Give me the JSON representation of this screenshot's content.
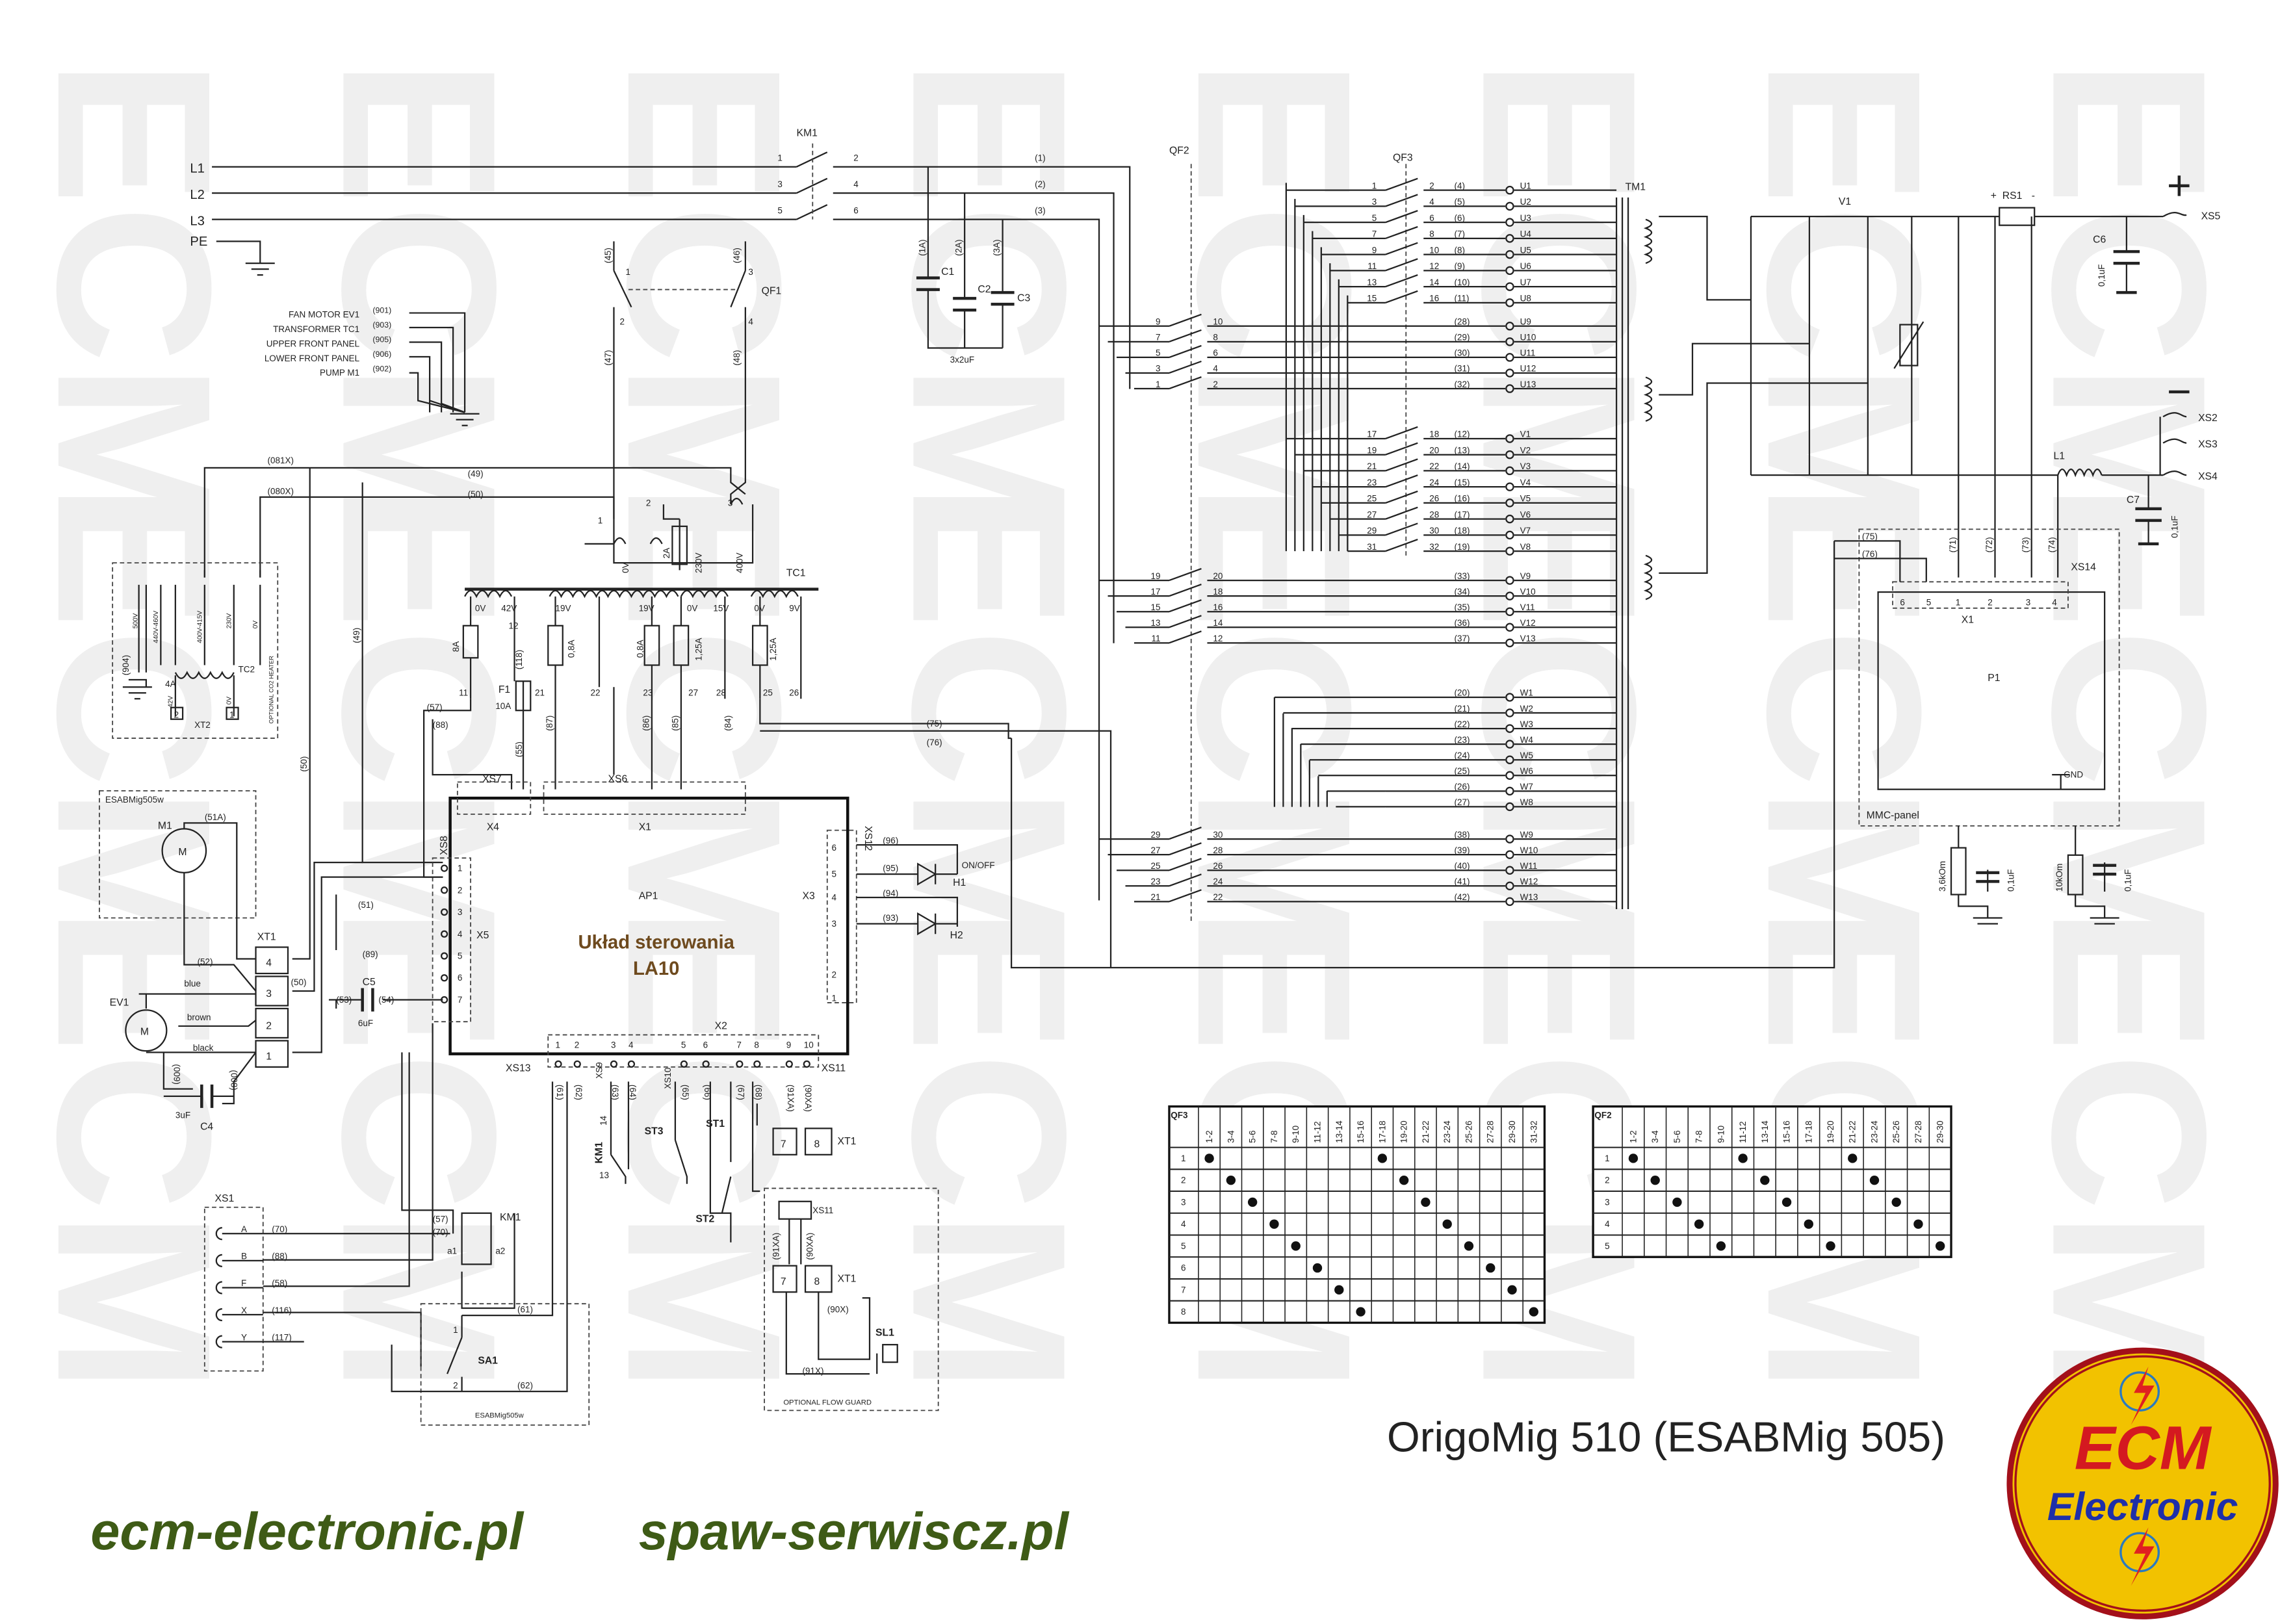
{
  "title": "OrigoMig 510 (ESABMig 505)",
  "websites": [
    "ecm-electronic.pl",
    "spaw-serwiscz.pl"
  ],
  "watermark": "ECM",
  "logo": {
    "line1": "ECM",
    "line2": "Electronic",
    "fill": "#f2c200",
    "ring": "#a3101a",
    "text1_color": "#d41920",
    "text2_color": "#1f2fa8"
  },
  "mains": {
    "l1": "L1",
    "l2": "L2",
    "l3": "L3",
    "pe": "PE",
    "w1": "(1)",
    "w2": "(2)",
    "w3": "(3)"
  },
  "km1": {
    "label": "KM1",
    "c1": "1",
    "c2": "2",
    "c3": "3",
    "c4": "4",
    "c5": "5",
    "c6": "6"
  },
  "caps": {
    "c1": "C1",
    "c2": "C2",
    "c3": "C3",
    "w1": "(1A)",
    "w2": "(2A)",
    "w3": "(3A)",
    "value": "3x2uF"
  },
  "grounds": [
    {
      "label": "FAN MOTOR EV1",
      "wire": "(901)"
    },
    {
      "label": "TRANSFORMER TC1",
      "wire": "(903)"
    },
    {
      "label": "UPPER FRONT PANEL",
      "wire": "(905)"
    },
    {
      "label": "LOWER FRONT PANEL",
      "wire": "(906)"
    },
    {
      "label": "PUMP M1",
      "wire": "(902)"
    }
  ],
  "qf1": {
    "label": "QF1",
    "c1": "1",
    "c2": "2",
    "c3": "3",
    "c4": "4",
    "w45": "(45)",
    "w46": "(46)",
    "w47": "(47)",
    "w48": "(48)"
  },
  "qf2_label": "QF2",
  "qf3_label": "QF3",
  "tm1_label": "TM1",
  "qf3_top": [
    [
      "1",
      "2",
      "(4)",
      "U1"
    ],
    [
      "3",
      "4",
      "(5)",
      "U2"
    ],
    [
      "5",
      "6",
      "(6)",
      "U3"
    ],
    [
      "7",
      "8",
      "(7)",
      "U4"
    ],
    [
      "9",
      "10",
      "(8)",
      "U5"
    ],
    [
      "11",
      "12",
      "(9)",
      "U6"
    ],
    [
      "13",
      "14",
      "(10)",
      "U7"
    ],
    [
      "15",
      "16",
      "(11)",
      "U8"
    ]
  ],
  "qf2_a": [
    [
      "9",
      "10",
      "(28)",
      "U9"
    ],
    [
      "7",
      "8",
      "(29)",
      "U10"
    ],
    [
      "5",
      "6",
      "(30)",
      "U11"
    ],
    [
      "3",
      "4",
      "(31)",
      "U12"
    ],
    [
      "1",
      "2",
      "(32)",
      "U13"
    ]
  ],
  "qf3_mid": [
    [
      "17",
      "18",
      "(12)",
      "V1"
    ],
    [
      "19",
      "20",
      "(13)",
      "V2"
    ],
    [
      "21",
      "22",
      "(14)",
      "V3"
    ],
    [
      "23",
      "24",
      "(15)",
      "V4"
    ],
    [
      "25",
      "26",
      "(16)",
      "V5"
    ],
    [
      "27",
      "28",
      "(17)",
      "V6"
    ],
    [
      "29",
      "30",
      "(18)",
      "V7"
    ],
    [
      "31",
      "32",
      "(19)",
      "V8"
    ]
  ],
  "qf2_b": [
    [
      "19",
      "20",
      "(33)",
      "V9"
    ],
    [
      "17",
      "18",
      "(34)",
      "V10"
    ],
    [
      "15",
      "16",
      "(35)",
      "V11"
    ],
    [
      "13",
      "14",
      "(36)",
      "V12"
    ],
    [
      "11",
      "12",
      "(37)",
      "V13"
    ]
  ],
  "w_group": [
    [
      "",
      "",
      "(20)",
      "W1"
    ],
    [
      "",
      "",
      "(21)",
      "W2"
    ],
    [
      "",
      "",
      "(22)",
      "W3"
    ],
    [
      "",
      "",
      "(23)",
      "W4"
    ],
    [
      "",
      "",
      "(24)",
      "W5"
    ],
    [
      "",
      "",
      "(25)",
      "W6"
    ],
    [
      "",
      "",
      "(26)",
      "W7"
    ],
    [
      "",
      "",
      "(27)",
      "W8"
    ]
  ],
  "qf2_c": [
    [
      "29",
      "30",
      "(38)",
      "W9"
    ],
    [
      "27",
      "28",
      "(39)",
      "W10"
    ],
    [
      "25",
      "26",
      "(40)",
      "W11"
    ],
    [
      "23",
      "24",
      "(41)",
      "W12"
    ],
    [
      "21",
      "22",
      "(42)",
      "W13"
    ]
  ],
  "rectifier": {
    "v1": "V1",
    "rs1": "RS1",
    "plus": "+",
    "minus": "−",
    "rs_plus": "+",
    "rs_minus": "-",
    "xs5": "XS5",
    "xs2": "XS2",
    "xs3": "XS3",
    "xs4": "XS4",
    "c6": "C6",
    "c6_val": "0,1uF",
    "l1": "L1",
    "c7": "C7",
    "c7_val": "0,1uF"
  },
  "mmc": {
    "panel": "MMC-panel",
    "p1": "P1",
    "x1": "X1",
    "xs14": "XS14",
    "gnd": "GND",
    "w71": "(71)",
    "w72": "(72)",
    "w73": "(73)",
    "w74": "(74)",
    "w75": "(75)",
    "w76": "(76)",
    "pins": [
      "6",
      "5",
      "1",
      "2",
      "3",
      "4"
    ],
    "r1": "3,6kOm",
    "r2": "10kOm",
    "c_a": "0,1uF",
    "c_b": "0,1uF"
  },
  "tc1": {
    "label": "TC1",
    "taps_left": [
      "0V",
      "42V"
    ],
    "taps_mid": [
      "19V",
      "19V"
    ],
    "taps_right": [
      "0V",
      "15V"
    ],
    "taps_far": [
      "0V",
      "9V"
    ],
    "prim": [
      "0V",
      "230V",
      "400V"
    ],
    "fuse_2a": "2A",
    "f_8a": "8A",
    "f_08a_1": "0,8A",
    "f_08a_2": "0,8A",
    "f_125a_1": "1,25A",
    "f_125a_2": "1,25A",
    "f1": "F1",
    "f1_val": "10A",
    "pins": [
      "11",
      "12",
      "21",
      "22",
      "23",
      "27",
      "28",
      "25",
      "26"
    ],
    "w49": "(49)",
    "w50": "(50)",
    "w55": "(55)",
    "w57": "(57)",
    "w88": "(88)",
    "w87": "(87)",
    "w86": "(86)",
    "w85": "(85)",
    "w84": "(84)",
    "w118": "(118)",
    "w75": "(75)",
    "w76": "(76)",
    "p1": "1",
    "p2": "2",
    "p3": "3"
  },
  "tc2": {
    "label": "TC2",
    "caption": "OPTIONAL CO2 HEATER",
    "taps": [
      "500V",
      "440V-460V",
      "400V-415V",
      "230V",
      "0V"
    ],
    "sec": [
      "42V",
      "0V"
    ],
    "fuse": "4A",
    "xt2": "XT2",
    "p1": "1",
    "p2": "2",
    "w904": "(904)",
    "w081": "(081X)",
    "w080": "(080X)"
  },
  "ap1": {
    "label": "AP1",
    "name": "Układ sterowania",
    "model": "LA10",
    "xs7": "XS7",
    "xs6": "XS6",
    "x4": "X4",
    "x1": "X1",
    "xs8": "XS8",
    "x5": "X5",
    "xs12": "XS12",
    "x3": "X3",
    "x2": "X2",
    "xs13": "XS13",
    "xs9": "XS9",
    "xs10": "XS10",
    "xs11": "XS11",
    "x5_pins": [
      "1",
      "2",
      "3",
      "4",
      "5",
      "6",
      "7"
    ],
    "x3_pins": [
      "6",
      "5",
      "4",
      "3",
      "2",
      "1"
    ],
    "x2_pins": [
      "1",
      "2",
      "3",
      "4",
      "5",
      "6",
      "7",
      "8",
      "9",
      "10"
    ]
  },
  "leds": {
    "h1": "H1",
    "h2": "H2",
    "onoff": "ON/OFF",
    "w96": "(96)",
    "w95": "(95)",
    "w94": "(94)",
    "w93": "(93)"
  },
  "fan": {
    "box": "ESABMig505w",
    "m1": "M1",
    "motor": "M",
    "w51a": "(51A)",
    "w52": "(52)",
    "w51": "(51)",
    "w89": "(89)",
    "w50": "(50)",
    "xt1": "XT1",
    "xt1_pins": [
      "4",
      "3",
      "2",
      "1"
    ],
    "ev1": "EV1",
    "blue": "blue",
    "brown": "brown",
    "black": "black",
    "c5": "C5",
    "c5_val": "6uF",
    "w53": "(53)",
    "w54": "(54)",
    "c4": "C4",
    "c4_val": "3uF",
    "w009": "(009)",
    "w008": "(008)"
  },
  "bottom": {
    "xs1": "XS1",
    "xs1_pins": [
      "A",
      "B",
      "F",
      "X",
      "Y"
    ],
    "xs1_wires": [
      "(70)",
      "(88)",
      "(58)",
      "(116)",
      "(117)"
    ],
    "km1": "KM1",
    "a1": "a1",
    "a2": "a2",
    "w57": "(57)",
    "w70": "(70)",
    "sa1": "SA1",
    "w61": "(61)",
    "w62": "(62)",
    "sa_box": "ESABMig505w",
    "sa1_1": "1",
    "sa1_2": "2",
    "x2_wires": [
      "(61)",
      "(62)",
      "(63)",
      "(64)",
      "(65)",
      "(66)",
      "(67)",
      "(68)",
      "(91XA)",
      "(90XA)"
    ],
    "km1_contact": "KM1",
    "km_13": "13",
    "km_14": "14",
    "st3": "ST3",
    "st1": "ST1",
    "st2": "ST2",
    "xt1": "XT1",
    "xt1_7": "7",
    "xt1_8": "8",
    "flow_caption": "OPTIONAL FLOW GUARD",
    "xs11": "XS11",
    "sl1": "SL1",
    "w91xa": "(91XA)",
    "w90xa": "(90XA)",
    "w90x": "(90X)",
    "w91x": "(91X)",
    "xt1b": "XT1",
    "xt1b_7": "7",
    "xt1b_8": "8"
  },
  "qf3_table": {
    "title": "QF3",
    "columns": [
      "1-2",
      "3-4",
      "5-6",
      "7-8",
      "9-10",
      "11-12",
      "13-14",
      "15-16",
      "17-18",
      "19-20",
      "21-22",
      "23-24",
      "25-26",
      "27-28",
      "29-30",
      "31-32"
    ],
    "rows": [
      "1",
      "2",
      "3",
      "4",
      "5",
      "6",
      "7",
      "8"
    ],
    "closed": [
      [
        0,
        8
      ],
      [
        1,
        9
      ],
      [
        2,
        10
      ],
      [
        3,
        11
      ],
      [
        4,
        12
      ],
      [
        5,
        13
      ],
      [
        6,
        14
      ],
      [
        7,
        15
      ]
    ]
  },
  "qf2_table": {
    "title": "QF2",
    "columns": [
      "1-2",
      "3-4",
      "5-6",
      "7-8",
      "9-10",
      "11-12",
      "13-14",
      "15-16",
      "17-18",
      "19-20",
      "21-22",
      "23-24",
      "25-26",
      "27-28",
      "29-30"
    ],
    "rows": [
      "1",
      "2",
      "3",
      "4",
      "5"
    ],
    "closed": [
      [
        0,
        5,
        10
      ],
      [
        1,
        6,
        11
      ],
      [
        2,
        7,
        12
      ],
      [
        3,
        8,
        13
      ],
      [
        4,
        9,
        14
      ]
    ]
  }
}
